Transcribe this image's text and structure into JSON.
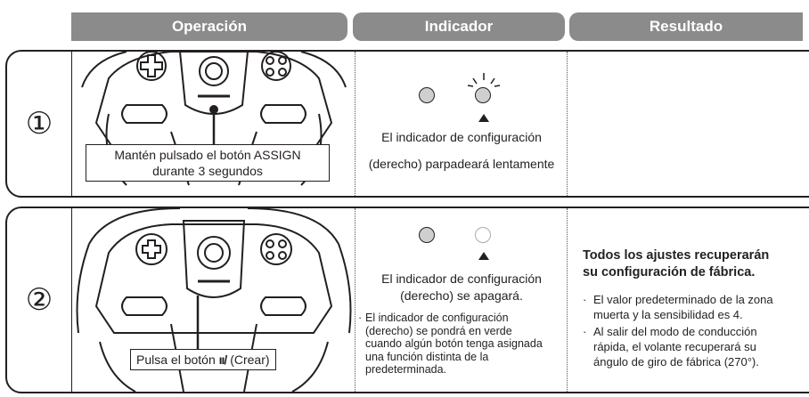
{
  "headers": {
    "operation": "Operación",
    "indicator": "Indicador",
    "result": "Resultado"
  },
  "rows": [
    {
      "number": "①",
      "operation_label_line1": "Mantén pulsado el botón ASSIGN",
      "operation_label_line2": "durante 3 segundos",
      "indicator_line1": "El indicador de configuración",
      "indicator_line2": "(derecho) parpadeará lentamente",
      "result_title_line1": "",
      "result_title_line2": ""
    },
    {
      "number": "②",
      "operation_label_prefix": "Pulsa el botón",
      "operation_label_icon": "ıı/",
      "operation_label_suffix": "(Crear)",
      "indicator_line1": "El indicador de configuración",
      "indicator_line2": "(derecho) se apagará.",
      "indicator_note": [
        "El indicador de configuración",
        "(derecho) se pondrá en verde",
        "cuando algún botón tenga asignada",
        "una función distinta de la",
        "predeterminada."
      ],
      "result_title_line1": "Todos los ajustes recuperarán",
      "result_title_line2": "su configuración de fábrica.",
      "result_notes": [
        [
          "El valor predeterminado de la zona",
          "muerta y la sensibilidad es 4."
        ],
        [
          "Al salir del modo de conducción",
          "rápida, el volante recuperará su",
          "ángulo de giro de fábrica (270°)."
        ]
      ]
    }
  ],
  "icons": {
    "wheel": "steering-wheel-illustration",
    "led": "indicator-led-icon",
    "pointer": "triangle-pointer-icon",
    "blink": "blink-rays-icon",
    "create": "create-button-icon"
  }
}
